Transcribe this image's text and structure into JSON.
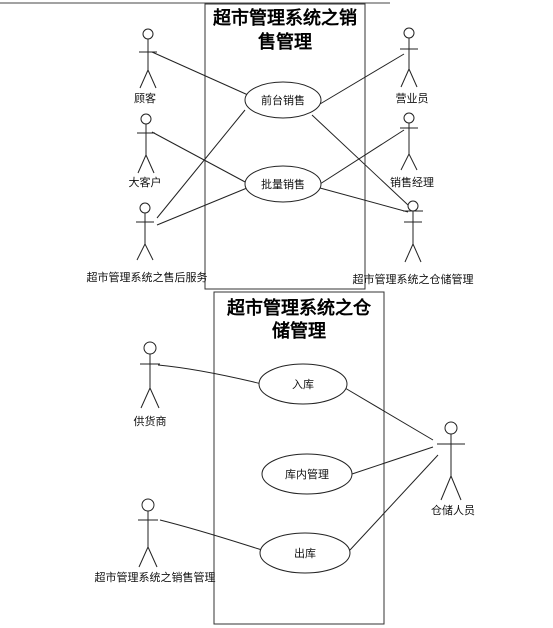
{
  "diagram1": {
    "title_line1": "超市管理系统之销",
    "title_line2": "售管理",
    "use_cases": [
      "前台销售",
      "批量销售"
    ],
    "actors": [
      "顾客",
      "大客户",
      "超市管理系统之售后服务",
      "营业员",
      "销售经理",
      "超市管理系统之仓储管理"
    ]
  },
  "diagram2": {
    "title_line1": "超市管理系统之仓",
    "title_line2": "储管理",
    "use_cases": [
      "入库",
      "库内管理",
      "出库"
    ],
    "actors": [
      "供货商",
      "超市管理系统之销售管理",
      "仓储人员"
    ]
  }
}
